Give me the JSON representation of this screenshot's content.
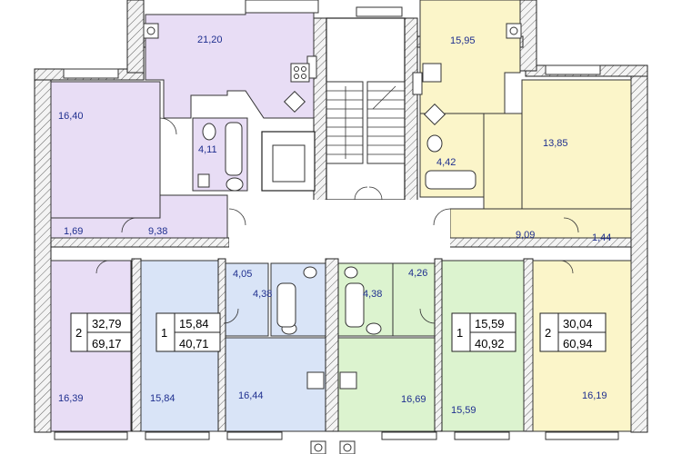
{
  "colors": {
    "violet": "#e8ddf5",
    "blue": "#d9e4f7",
    "green": "#dcf3cf",
    "yellow": "#fbf5c9",
    "label": "#1f2f8f"
  },
  "rooms": {
    "kitchen_tl": "21,20",
    "kitchen_tr": "15,95",
    "room_l": "16,40",
    "bath_tl": "4,11",
    "bath_tr": "4,42",
    "room_r": "13,85",
    "hall_l_small": "1,69",
    "hall_l": "9,38",
    "hall_r": "9,09",
    "hall_r_small": "1,44",
    "hall_blue": "4,05",
    "bath_blue": "4,38",
    "bath_green": "4,38",
    "hall_green": "4,26",
    "room_bl": "16,39",
    "room_blue": "15,84",
    "kitchen_blue": "16,44",
    "kitchen_green": "16,69",
    "room_green": "15,59",
    "room_br": "16,19"
  },
  "apartments": [
    {
      "rooms": "2",
      "living": "32,79",
      "total": "69,17"
    },
    {
      "rooms": "1",
      "living": "15,84",
      "total": "40,71"
    },
    {
      "rooms": "1",
      "living": "15,59",
      "total": "40,92"
    },
    {
      "rooms": "2",
      "living": "30,04",
      "total": "60,94"
    }
  ],
  "icons": [
    "vent-shaft-icon",
    "toilet-icon",
    "bathtub-icon",
    "sink-icon",
    "stove-icon",
    "staircase-icon",
    "door-swing-icon"
  ]
}
